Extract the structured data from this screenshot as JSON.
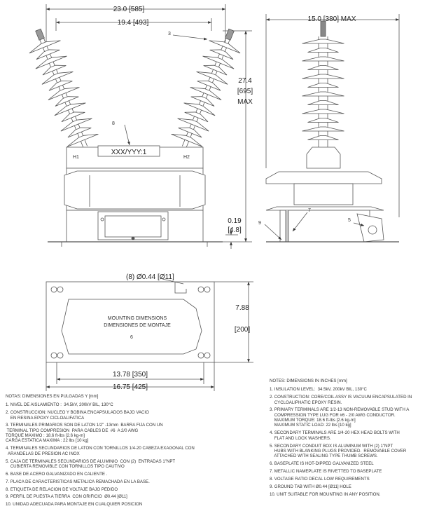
{
  "front_view": {
    "overall_width": "23.0 [585]",
    "terminal_spacing": "19.4 [493]",
    "overall_height": [
      "27.4",
      "[695]",
      "MAX"
    ],
    "base_gap": [
      "0.19",
      "[4.8]"
    ],
    "nameplate_text": "XXX/YYY:1",
    "terminal_h1": "H1",
    "terminal_h2": "H2",
    "callout_3": "3",
    "callout_8": "8"
  },
  "side_view": {
    "width_max": "15.0 [380] MAX",
    "callout_5": "5",
    "callout_7": "7",
    "callout_9": "9"
  },
  "plan_view": {
    "hole_note": "(8) Ø0.44 [Ø11]",
    "title_en": "MOUNTING DIMENSIONS",
    "title_es": "DIMENSIONES DE MONTAJE",
    "callout_6": "6",
    "depth": [
      "7.88",
      "[200]"
    ],
    "hole_spacing": "13.78 [350]",
    "overall_length": "16.75 [425]"
  },
  "notes_es": {
    "title": "NOTAS: DIMENSIONES EN PULGADAS  Y   [mm]",
    "items": [
      "1. NIVEL DE AISLAMIENTO :  34.5kV, 200kV BIL, 130°C",
      "2. CONSTRUCCION: NUCLEO Y BOBINA ENCAPSULADOS BAJO VACIO\n    EN RESINA EPOXY CICLOALIFATICA",
      "3. TERMINALES PRIMARIOS SON DE LATON 1/2\" -13mm  BARRA FIJA CON UN\n TERMINAL TIPO COMPRESION  PARA CABLES DE  #6  A 2/0 AWG\nTORQUE MAXIMO : 18.6 ft-lbs [2.6 kg-m]\nCARGA ESTATICA MAXIMA : 22 lbs [10 kg]",
      "4. TERMINALES SECUNDARIOS DE LATON CON TORNILLOS 1/4-20 CABEZA EXAGONAL CON\n  ARANDELAS DE PRESION AC INOX",
      "5. CAJA DE TERMINALES SECUNDARIOS DE ALUMINIO  CON (2)  ENTRADAS 1\"NPT\n    CUBIERTA REMOVIBLE CON TORNILLOS TIPO CAUTIVO",
      "6. BASE DE ACERO GALVANIZADO EN CALIENTE .",
      "7. PLACA DE CARACTERISTICAS METALICA REMACHADA EN LA BASE.",
      "8. ETIQUETA DE RELACION DE VOLTAJE BAJO PEDIDO",
      "9. PERFIL DE PUESTA A TIERRA  CON ORIFICIO  Ø0.44 [Ø11]",
      "10. UNIDAD ADECUADA PARA MONTAJE EN CUALQUIER POSICION"
    ]
  },
  "notes_en": {
    "title": "NOTES: DIMENSIONS IN INCHES [mm]",
    "items": [
      "1. INSULATION LEVEL:  34.5kV, 200kV BIL, 130°C",
      "2. CONSTRUCTION: CORE/COIL ASSY IS VACUUM ENCAPSULATED IN\n    CYCLOALIPHATIC EPOXY RESIN.",
      "3. PRIMARY TERMINALS ARE 1/2-13 NON-REMOVABLE STUD WITH A\n    COMPRESSION TYPE LUG FOR #6 - 2/0 AWG CONDUCTOR.\n    MAXIMUM TORQUE: 18.6 ft-lbs [2.6 kg-m]\n    MAXIMUM STATIC LOAD: 22 lbs [10 kg]",
      "4. SECONDARY TERMINALS ARE 1/4-20 HEX HEAD BOLTS WITH\n    FLAT AND LOCK WASHERS.",
      "5. SECONDARY CONDUIT BOX IS ALUMINUM WITH (2) 1\"NPT\n    HUBS WITH BLANKING PLUGS PROVIDED.  REMOVABLE COVER\n    ATTACHED WITH SEALING TYPE THUMB SCREWS.",
      "6. BASEPLATE IS HOT-DIPPED GALVANIZED STEEL",
      "7. METALLIC NAMEPLATE IS RIVETTED TO BASEPLATE",
      "8. VOLTAGE RATIO DECAL LOW REQUIREMENTS",
      "9. GROUND TAB WITH Ø0.44 [Ø11] HOLE",
      "10. UNIT SUITABLE FOR MOUNTING IN ANY POSITION."
    ]
  }
}
